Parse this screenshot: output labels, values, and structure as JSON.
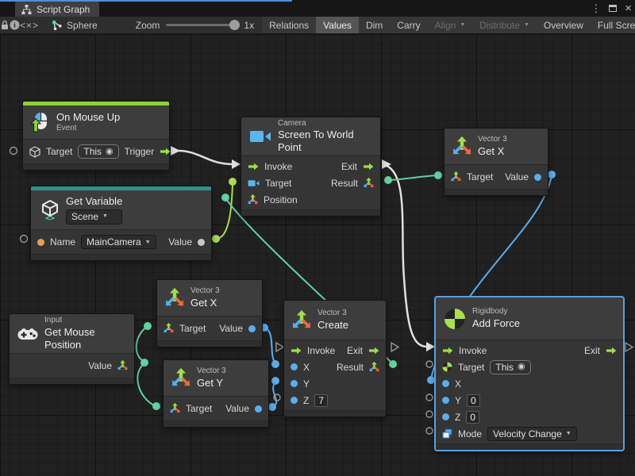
{
  "window": {
    "tab_title": "Script Graph"
  },
  "titlebar": {
    "menu_glyph": "⋮",
    "close_glyph": "×"
  },
  "toolbar": {
    "code_button": "<×>",
    "info_glyph": "i",
    "breadcrumb": "Sphere",
    "zoom_label": "Zoom",
    "zoom_value": "1x",
    "buttons": {
      "relations": "Relations",
      "values": "Values",
      "dim": "Dim",
      "carry": "Carry",
      "align": "Align",
      "distribute": "Distribute",
      "overview": "Overview",
      "fullscreen": "Full Screen"
    }
  },
  "nodes": {
    "on_mouse_up": {
      "title": "On Mouse Up",
      "subtitle": "Event",
      "target_label": "Target",
      "target_value": "This",
      "trigger_label": "Trigger"
    },
    "get_variable": {
      "title": "Get Variable",
      "scope_value": "Scene",
      "name_label": "Name",
      "name_value": "MainCamera",
      "value_label": "Value"
    },
    "camera": {
      "type": "Camera",
      "title": "Screen To World Point",
      "invoke": "Invoke",
      "exit": "Exit",
      "target": "Target",
      "result": "Result",
      "position": "Position"
    },
    "get_x_top": {
      "type": "Vector 3",
      "title": "Get X",
      "target": "Target",
      "value": "Value"
    },
    "mouse_position": {
      "type": "Input",
      "title": "Get Mouse Position",
      "value": "Value"
    },
    "get_x_mid": {
      "type": "Vector 3",
      "title": "Get X",
      "target": "Target",
      "value": "Value"
    },
    "get_y": {
      "type": "Vector 3",
      "title": "Get Y",
      "target": "Target",
      "value": "Value"
    },
    "create": {
      "type": "Vector 3",
      "title": "Create",
      "invoke": "Invoke",
      "exit": "Exit",
      "x": "X",
      "y": "Y",
      "z": "Z",
      "z_value": "7",
      "result": "Result"
    },
    "add_force": {
      "type": "Rigidbody",
      "title": "Add Force",
      "invoke": "Invoke",
      "exit": "Exit",
      "target": "Target",
      "target_value": "This",
      "x": "X",
      "y": "Y",
      "z": "Z",
      "y_value": "0",
      "z_value": "0",
      "mode_label": "Mode",
      "mode_value": "Velocity Change"
    }
  },
  "icons": {
    "dropdown_arrow": "▼",
    "this_target": "◉"
  },
  "colors": {
    "event_accent": "#8bd32f",
    "variable_accent": "#26948a",
    "selection": "#55a2e4",
    "control_wire": "#e0e0e0",
    "vector3_wire": "#5fd3a2",
    "float_wire": "#58aef0",
    "object_wire": "#a8dc4e",
    "float_port": "#58aef0",
    "string_port": "#f19e4f",
    "object_port": "#c8c8c8"
  }
}
